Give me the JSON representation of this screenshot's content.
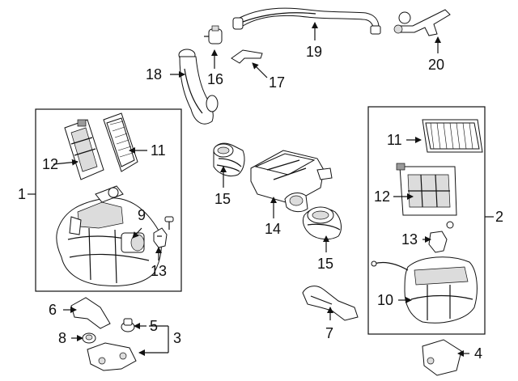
{
  "callouts": {
    "c1": "1",
    "c2": "2",
    "c3": "3",
    "c4": "4",
    "c5": "5",
    "c6": "6",
    "c7": "7",
    "c8": "8",
    "c9": "9",
    "c10": "10",
    "c11_left": "11",
    "c11_right": "11",
    "c12_left": "12",
    "c12_right": "12",
    "c13_left": "13",
    "c13_right": "13",
    "c14": "14",
    "c15_top": "15",
    "c15_bottom": "15",
    "c16": "16",
    "c17": "17",
    "c18": "18",
    "c19": "19",
    "c20": "20"
  },
  "colors": {
    "line": "#111111",
    "background": "#ffffff",
    "shade": "#dcdcdc"
  }
}
